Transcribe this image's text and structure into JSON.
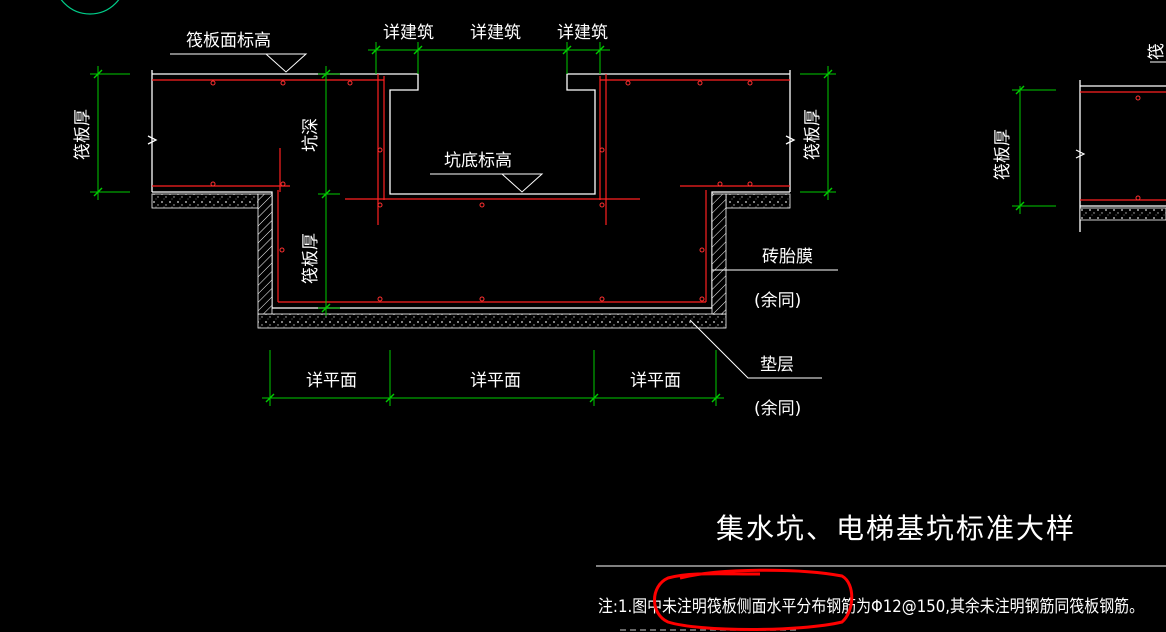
{
  "labels": {
    "raft_top_elev": "筏板面标高",
    "arch_detail_left": "详建筑",
    "arch_detail_mid": "详建筑",
    "arch_detail_right": "详建筑",
    "raft_thk_left": "筏板厚",
    "pit_depth": "坑深",
    "raft_thk_right": "筏板厚",
    "raft_thk_bottom": "筏板厚",
    "raft_thk_far": "筏板厚",
    "pit_bottom_elev": "坑底标高",
    "brick_membrane": "砖胎膜",
    "same_below_1": "(余同)",
    "cushion": "垫层",
    "same_below_2": "(余同)",
    "plan_detail_left": "详平面",
    "plan_detail_mid": "详平面",
    "plan_detail_right": "详平面",
    "far_partial": "筏"
  },
  "title": "集水坑、电梯基坑标准大样",
  "note": "注:1.图中未注明筏板侧面水平分布钢筋为Φ12@150,其余未注明钢筋同筏板钢筋。",
  "colors": {
    "background": "#000000",
    "outline": "#ffffff",
    "rebar": "#ff2020",
    "dimension": "#00cc00",
    "highlight_circle": "#ff0000"
  }
}
